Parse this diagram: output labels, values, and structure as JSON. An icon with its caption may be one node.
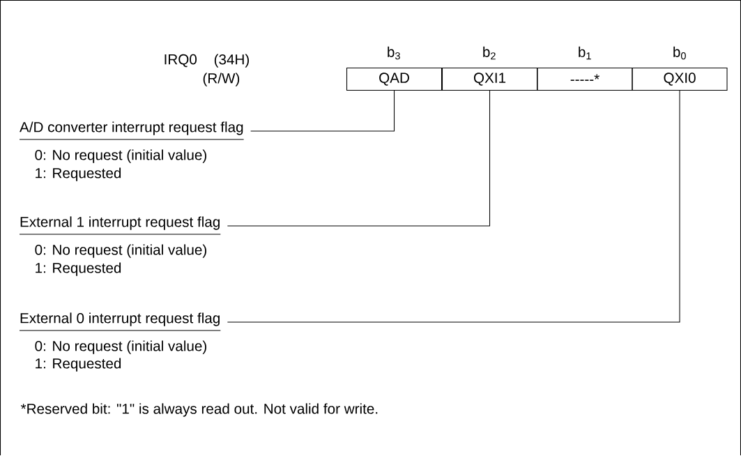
{
  "diagram": {
    "nodes": [
      {
        "text": [
          "QAD"
        ]
      },
      {
        "text": [
          "QXI1"
        ]
      },
      {
        "text": [
          "-----*"
        ]
      },
      {
        "text": [
          "QXI0"
        ]
      },
      {
        "text": [
          "A/D converter interrupt request flag"
        ]
      },
      {
        "text": [
          "External 1 interrupt request flag"
        ]
      },
      {
        "text": [
          "External 0 interrupt request flag"
        ]
      }
    ],
    "edges": [
      {
        "from": 4,
        "to": 0,
        "arrow": "none"
      },
      {
        "from": 5,
        "to": 1,
        "arrow": "none"
      },
      {
        "from": 6,
        "to": 3,
        "arrow": "none"
      }
    ],
    "labels": [
      "b$_{3}$",
      "b$_{2}$",
      "b$_{1}$",
      "b$_{0}$",
      "IRQ0",
      "(34H)",
      "(R/W)",
      "0: No request (initial value)",
      "1: Requested",
      "0: No request (initial value)",
      "1: Requested",
      "0: No request (initial value)",
      "1: Requested",
      "*Reserved bit: \"1\" is always read out. Not valid for write."
    ]
  }
}
